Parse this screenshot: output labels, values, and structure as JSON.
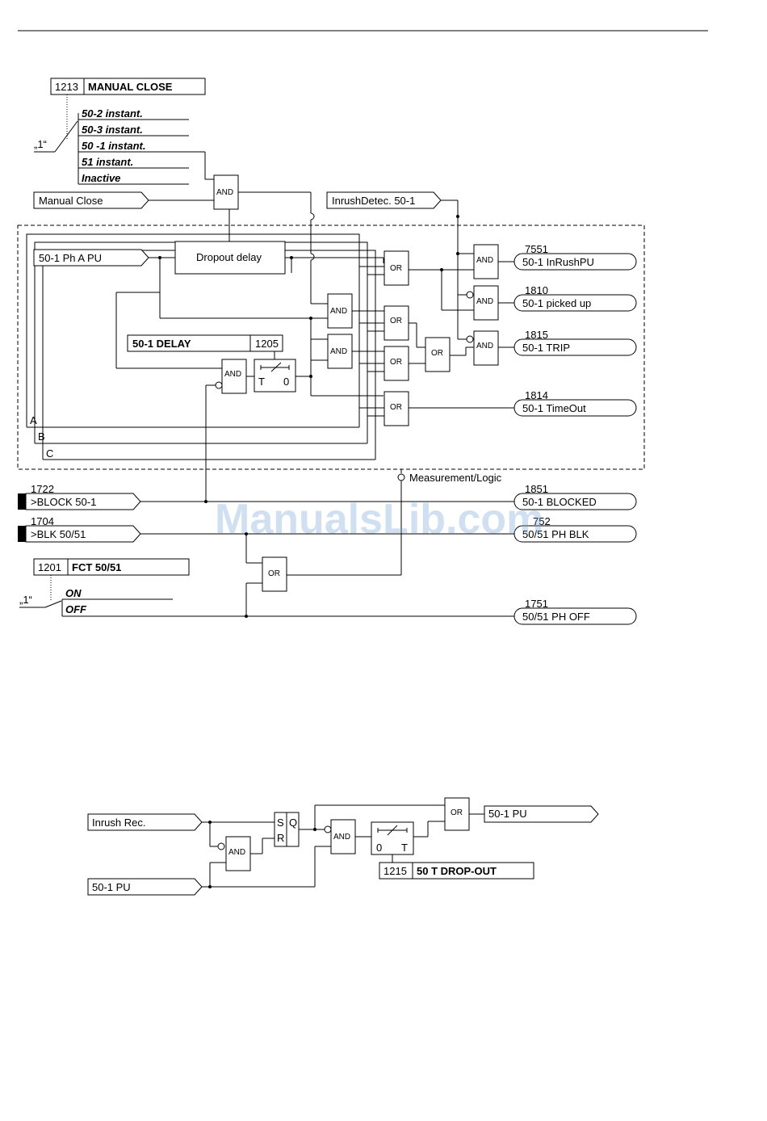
{
  "gates": {
    "and": "AND",
    "or": "OR"
  },
  "params": {
    "manual_close": {
      "num": "1213",
      "title": "MANUAL CLOSE"
    },
    "delay": {
      "num": "1205",
      "title": "50-1 DELAY"
    },
    "fct": {
      "num": "1201",
      "title": "FCT 50/51"
    },
    "dropout": {
      "num": "1215",
      "title": "50 T DROP-OUT"
    }
  },
  "quote_one": "„1“",
  "mc_options": [
    "50-2 instant.",
    "50-3 instant.",
    "50 -1 instant.",
    "51 instant.",
    "Inactive"
  ],
  "fct_options": [
    "ON",
    "OFF"
  ],
  "inputs": {
    "manual_close": "Manual Close",
    "inrush": "InrushDetec. 50-1",
    "phase_a": "50-1 Ph A PU",
    "block": ">BLOCK 50-1",
    "blk_5051": ">BLK 50/51",
    "inrush_rec": "Inrush Rec.",
    "pu_in": "50-1 PU"
  },
  "input_nums": {
    "block": "1722",
    "blk_5051": "1704"
  },
  "blocks": {
    "dropout_delay": "Dropout delay"
  },
  "timer": {
    "t": "T",
    "zero": "0"
  },
  "sr": {
    "s": "S",
    "r": "R",
    "q": "Q"
  },
  "phases": [
    "A",
    "B",
    "C"
  ],
  "measurement": "Measurement/Logic",
  "outputs": [
    {
      "num": "7551",
      "label": "50-1 InRushPU"
    },
    {
      "num": "1810",
      "label": "50-1 picked up"
    },
    {
      "num": "1815",
      "label": "50-1 TRIP"
    },
    {
      "num": "1814",
      "label": "50-1 TimeOut"
    },
    {
      "num": "1851",
      "label": "50-1 BLOCKED"
    },
    {
      "num": "752",
      "label": "50/51 PH BLK"
    },
    {
      "num": "1751",
      "label": "50/51 PH OFF"
    }
  ],
  "pu_out": "50-1 PU",
  "watermark": "ManualsLib.com"
}
